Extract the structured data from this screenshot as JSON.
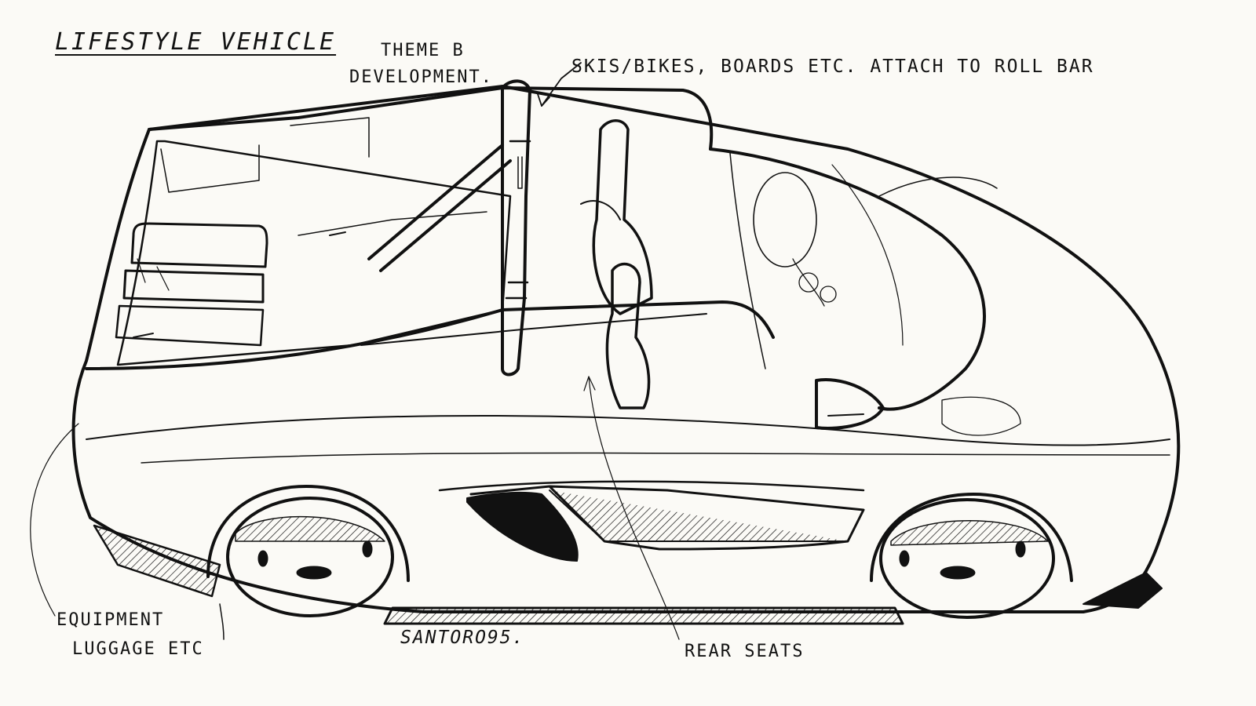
{
  "notes": {
    "title": "LIFESTYLE VEHICLE",
    "theme": "THEME B",
    "development": "DEVELOPMENT.",
    "skis": "SKIS/BIKES, BOARDS ETC. ATTACH TO ROLL BAR",
    "equipment": "EQUIPMENT",
    "luggage": "LUGGAGE ETC",
    "signature": "SANTORO95.",
    "rear_seats": "REAR SEATS"
  },
  "colors": {
    "paper": "#fbfaf6",
    "ink": "#111111"
  }
}
